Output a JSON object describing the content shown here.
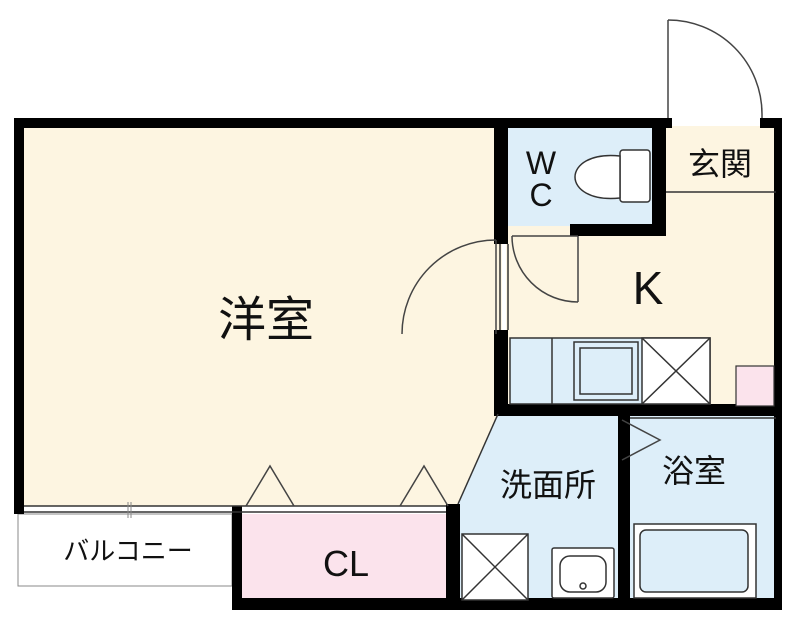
{
  "rooms": {
    "western_room": "洋室",
    "wc_top": "W",
    "wc_bottom": "C",
    "entrance": "玄関",
    "kitchen": "K",
    "bathroom": "浴室",
    "washroom": "洗面所",
    "closet": "CL",
    "balcony": "バルコニー"
  },
  "colors": {
    "western_room": "#fdf5e1",
    "kitchen": "#fdf5e1",
    "wet_area": "#ddeef9",
    "closet": "#fbe3ec",
    "wall": "#000000",
    "fixture_pink": "#fbe3ec"
  }
}
